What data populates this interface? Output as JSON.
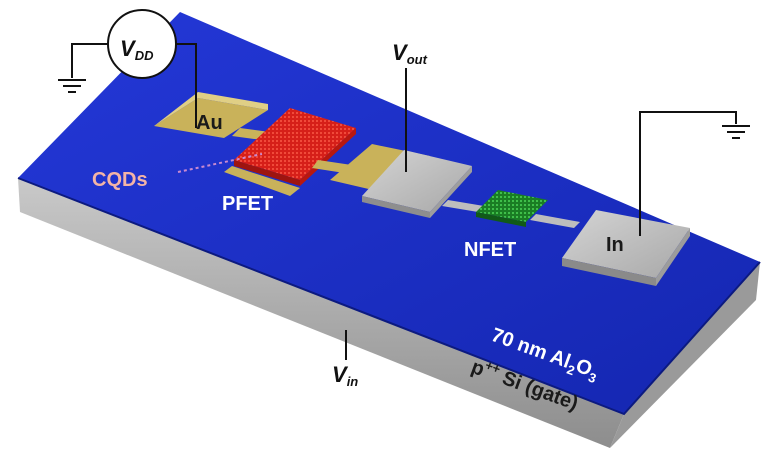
{
  "colors": {
    "substrate_top": "#1a2fc8",
    "substrate_side": "#b9b9b9",
    "gold": "#d2bd6a",
    "red": "#e4261f",
    "green": "#1e8f2a",
    "grey": "#bdbdbd",
    "wire": "#111111"
  },
  "labels": {
    "vdd_v": "V",
    "vdd_sub": "DD",
    "vout_v": "V",
    "vout_sub": "out",
    "vin_v": "V",
    "vin_sub": "in",
    "au": "Au",
    "in": "In",
    "cqds": "CQDs",
    "pfet": "PFET",
    "nfet": "NFET",
    "al2o3_a": "70 nm Al",
    "al2o3_sub2": "2",
    "al2o3_o": "O",
    "al2o3_sub3": "3",
    "si_p": "p",
    "si_sup": "++",
    "si_rest": " Si (gate)"
  },
  "icons": [
    "ground-icon",
    "voltage-source-icon"
  ]
}
